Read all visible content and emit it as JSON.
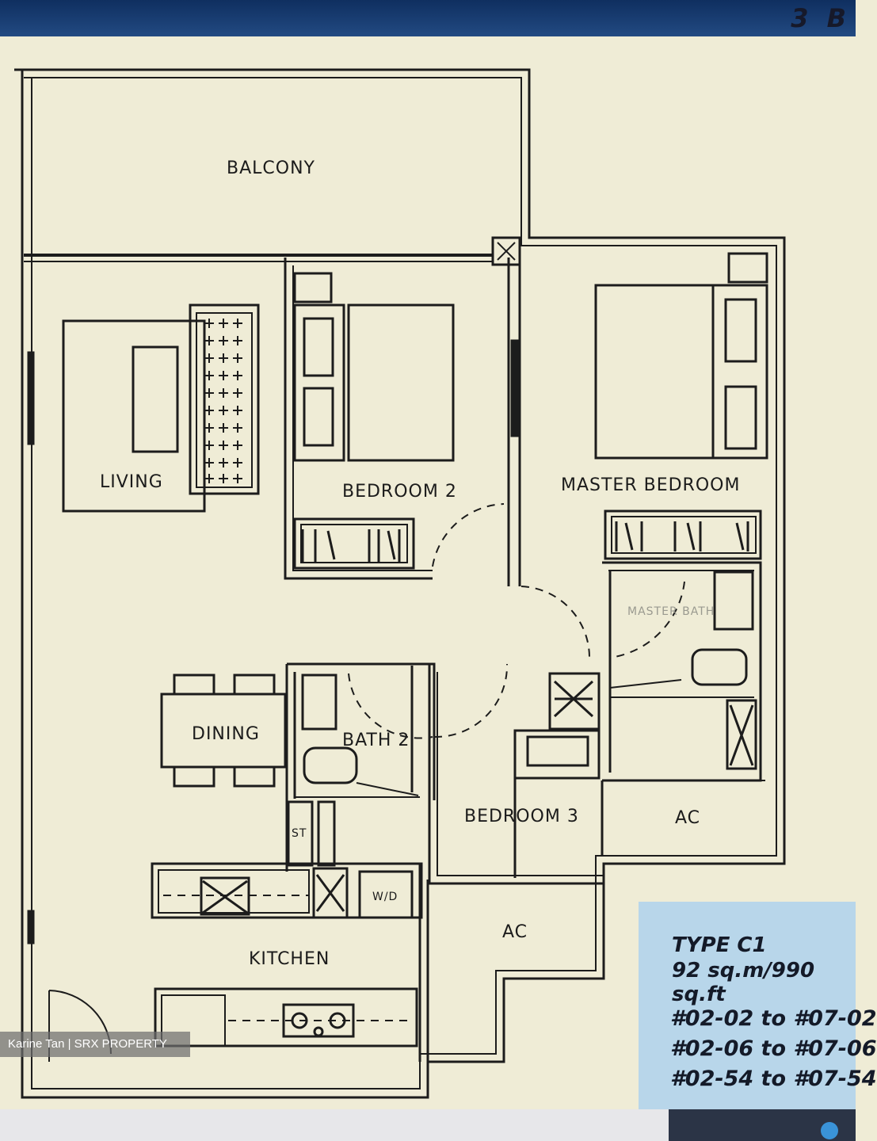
{
  "header": {
    "corner_text": "3 B"
  },
  "rooms": {
    "balcony": "BALCONY",
    "living": "LIVING",
    "bedroom2": "BEDROOM 2",
    "master_bedroom": "MASTER BEDROOM",
    "master_bath": "MASTER BATH",
    "dining": "DINING",
    "bath2": "BATH 2",
    "bedroom3": "BEDROOM 3",
    "ac_right": "AC",
    "ac_center": "AC",
    "kitchen": "KITCHEN",
    "store": "ST",
    "washer_dryer": "W/D"
  },
  "unit_info": {
    "type": "TYPE C1",
    "area": "92 sq.m/990 sq.ft",
    "units": [
      "#02-02 to #07-02",
      "#02-06 to #07-06",
      "#02-54 to #07-54"
    ]
  },
  "watermark": {
    "text": "Karine Tan | SRX PROPERTY"
  },
  "colors": {
    "paper": "#efecd6",
    "ink": "#1b1b1b",
    "info_box": "#b8d6ea",
    "top_bar": "#173a6e"
  }
}
